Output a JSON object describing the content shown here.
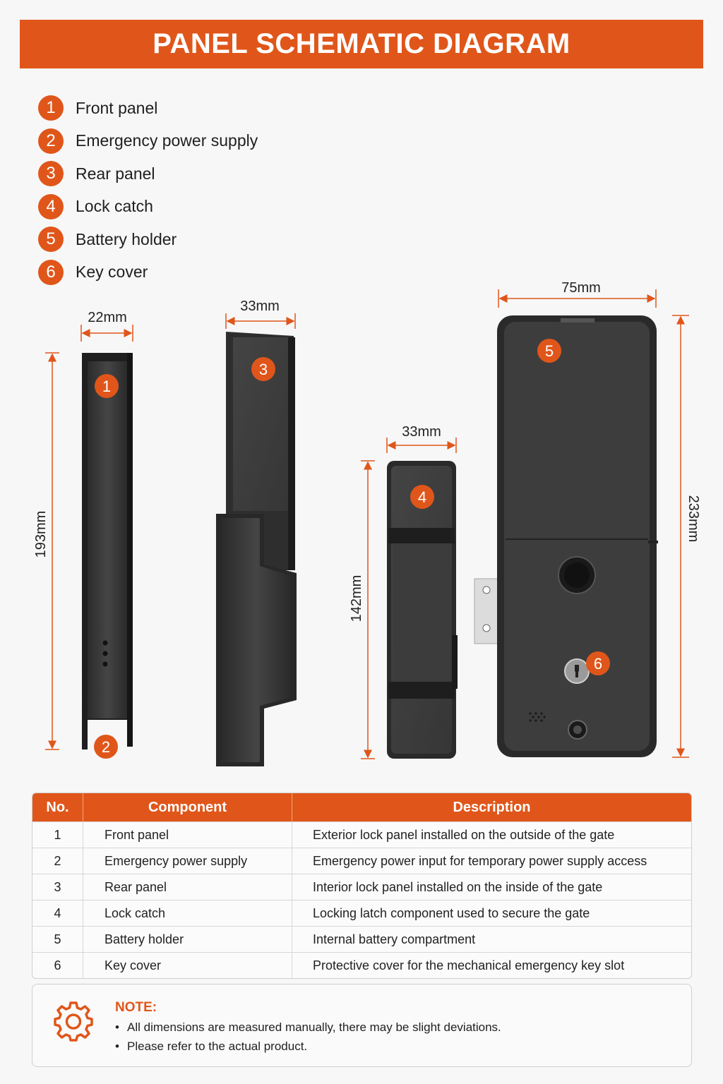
{
  "header": {
    "title": "PANEL SCHEMATIC DIAGRAM"
  },
  "legend": [
    {
      "num": "1",
      "label": "Front panel"
    },
    {
      "num": "2",
      "label": "Emergency power supply"
    },
    {
      "num": "3",
      "label": "Rear panel"
    },
    {
      "num": "4",
      "label": "Lock catch"
    },
    {
      "num": "5",
      "label": "Battery holder"
    },
    {
      "num": "6",
      "label": "Key cover"
    }
  ],
  "dimensions": {
    "front_width": "22mm",
    "front_height": "193mm",
    "rear_width": "33mm",
    "catch_width": "33mm",
    "catch_height": "142mm",
    "battery_width": "75mm",
    "battery_height": "233mm"
  },
  "callouts": {
    "c1": "1",
    "c2": "2",
    "c3": "3",
    "c4": "4",
    "c5": "5",
    "c6": "6"
  },
  "table": {
    "headers": [
      "No.",
      "Component",
      "Description"
    ],
    "rows": [
      {
        "no": "1",
        "component": "Front panel",
        "description": "Exterior lock panel installed on the outside of the gate"
      },
      {
        "no": "2",
        "component": "Emergency power supply",
        "description": "Emergency power input for temporary power supply access"
      },
      {
        "no": "3",
        "component": "Rear panel",
        "description": "Interior lock panel installed on the inside of the gate"
      },
      {
        "no": "4",
        "component": "Lock catch",
        "description": "Locking latch component used to secure the gate"
      },
      {
        "no": "5",
        "component": "Battery holder",
        "description": "Internal battery compartment"
      },
      {
        "no": "6",
        "component": "Key cover",
        "description": "Protective cover for the mechanical emergency key slot"
      }
    ]
  },
  "note": {
    "title": "NOTE:",
    "items": [
      "All dimensions are measured manually, there may be slight deviations.",
      "Please refer to the actual product."
    ],
    "icon": "gear-icon"
  },
  "colors": {
    "accent": "#e0561a",
    "device": "#3a3a3a",
    "device_dark": "#1e1e1e"
  }
}
